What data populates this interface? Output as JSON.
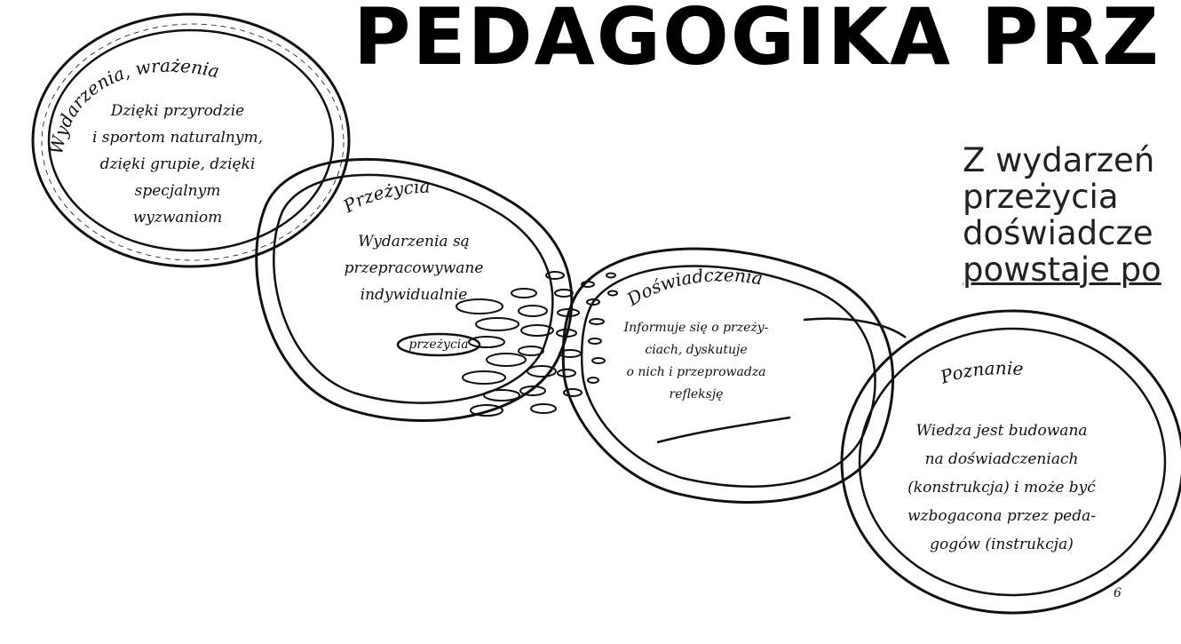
{
  "title": "PEDAGOGIKA PRZ",
  "side_text": {
    "line1": "Z wydarzeń",
    "line2": "przeżycia",
    "line3": "doświadcze",
    "line4": "powstaje po"
  },
  "stages": {
    "wydarzenia": {
      "heading": "Wydarzenia, wrażenia",
      "lines": [
        "Dzięki przyrodzie",
        "i sportom naturalnym,",
        "dzięki grupie, dzięki",
        "specjalnym",
        "wyzwaniom"
      ]
    },
    "przezycia": {
      "heading": "Przeżycia",
      "lines": [
        "Wydarzenia są",
        "przepracowywane",
        "indywidualnie"
      ],
      "bubble_label": "przeżycia"
    },
    "doswiadczenia": {
      "heading": "Doświadczenia",
      "lines": [
        "Informuje się o przeży-",
        "ciach, dyskutuje",
        "o nich i przeprowadza",
        "refleksję"
      ]
    },
    "poznanie": {
      "heading": "Poznanie",
      "lines": [
        "Wiedza jest budowana",
        "na doświadczeniach",
        "(konstrukcja) i może być",
        "wzbogacona przez peda-",
        "gogów (instrukcja)"
      ]
    }
  },
  "page_number": "6"
}
